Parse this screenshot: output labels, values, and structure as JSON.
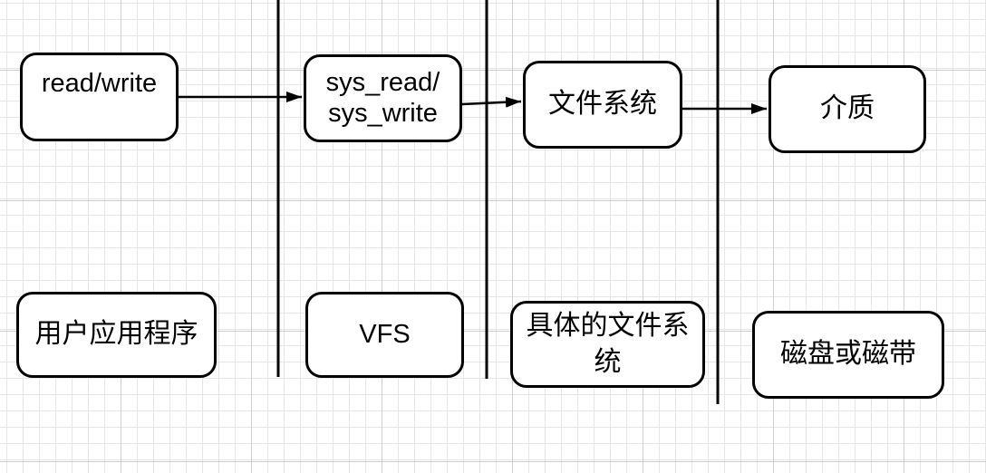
{
  "diagram": {
    "nodes": {
      "read_write": {
        "label": "read/write"
      },
      "sys_read_write": {
        "label": "sys_read/\nsys_write"
      },
      "file_system": {
        "label": "文件系统"
      },
      "medium": {
        "label": "介质"
      },
      "user_app": {
        "label": "用户应用程序"
      },
      "vfs": {
        "label": "VFS"
      },
      "concrete_fs": {
        "label": "具体的文件系\n统"
      },
      "disk_or_tape": {
        "label": "磁盘或磁带"
      }
    },
    "connections": [
      {
        "from": "read_write",
        "to": "sys_read_write"
      },
      {
        "from": "sys_read_write",
        "to": "file_system"
      },
      {
        "from": "file_system",
        "to": "medium"
      }
    ],
    "colors": {
      "stroke": "#000000",
      "node_fill": "#ffffff",
      "background": "#ffffff",
      "grid_minor": "#e6e6e6",
      "grid_major": "#cfcfcf"
    }
  }
}
